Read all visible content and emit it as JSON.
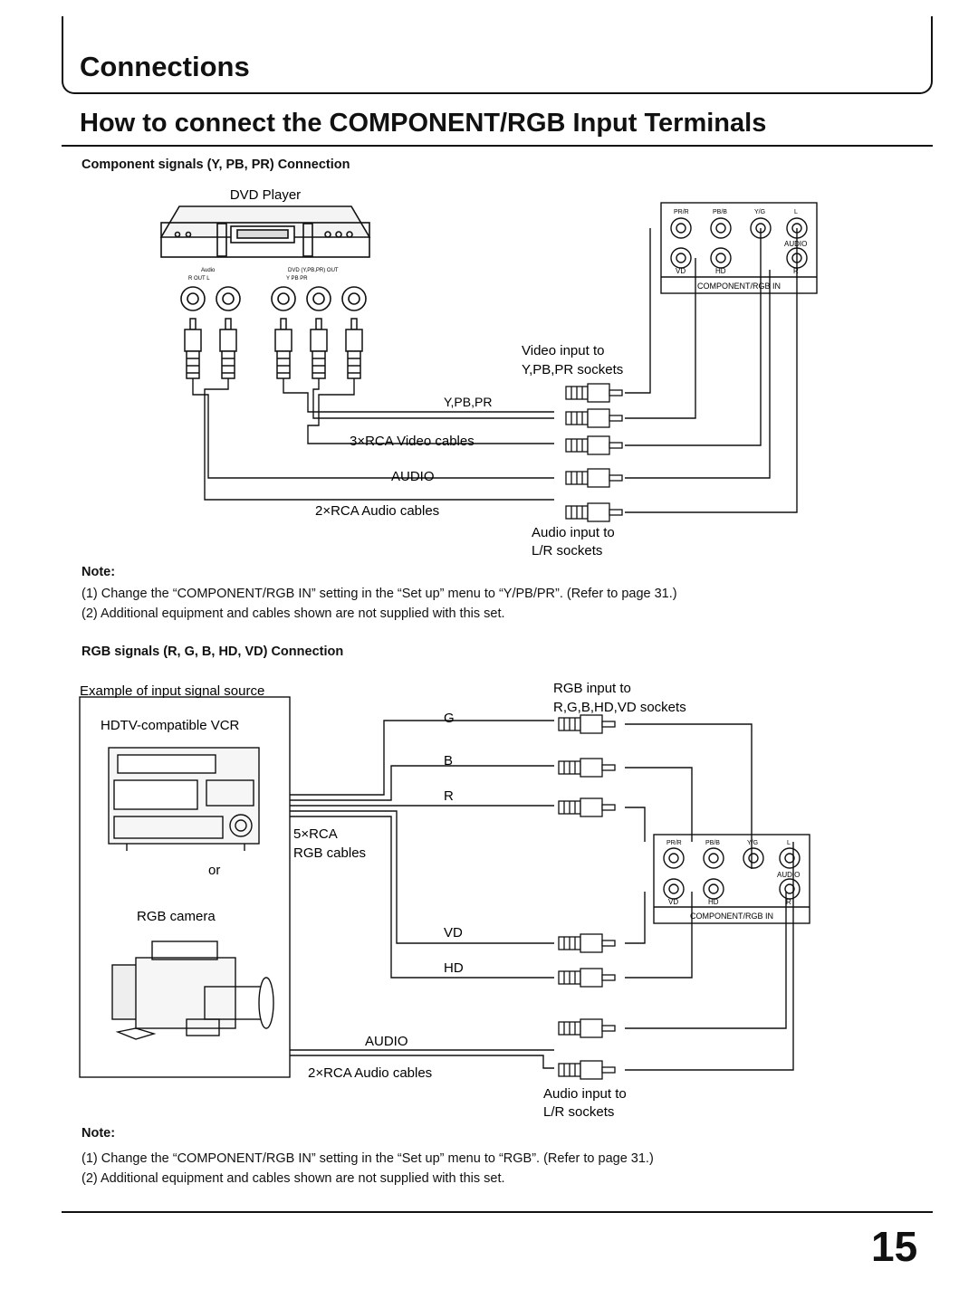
{
  "header": {
    "section_title": "Connections",
    "page_heading": "How to connect the COMPONENT/RGB Input Terminals"
  },
  "component": {
    "subhead": "Component signals (Y, PB, PR) Connection",
    "device_label": "DVD Player",
    "device_audio_label": "Audio",
    "device_audio_out": "R  OUT  L",
    "device_dvd_out": "DVD (Y,PB,PR) OUT",
    "device_dvd_pins": "Y  PB  PR",
    "video_input_label_1": "Video input to",
    "video_input_label_2": "Y,PB,PR sockets",
    "ypbpr_label": "Y,PB,PR",
    "video_cables_label": "3×RCA Video cables",
    "audio_label": "AUDIO",
    "audio_cables_label": "2×RCA Audio cables",
    "audio_input_label_1": "Audio input to",
    "audio_input_label_2": "L/R sockets",
    "note_heading": "Note:",
    "notes": [
      "(1) Change the “COMPONENT/RGB IN” setting in the “Set up” menu to “Y/PB/PR”. (Refer to page 31.)",
      "(2) Additional equipment and cables shown are not supplied with this set."
    ]
  },
  "panel": {
    "pr_r": "PR/R",
    "pb_b": "PB/B",
    "y_g": "Y/G",
    "l": "L",
    "audio": "AUDIO",
    "vd": "VD",
    "hd": "HD",
    "r": "R",
    "title": "COMPONENT/RGB IN"
  },
  "rgb": {
    "subhead": "RGB signals (R, G, B, HD, VD) Connection",
    "example_label": "Example of input signal source",
    "vcr_label": "HDTV-compatible VCR",
    "or_label": "or",
    "camera_label": "RGB camera",
    "rgb_input_label_1": "RGB input to",
    "rgb_input_label_2": "R,G,B,HD,VD sockets",
    "g": "G",
    "b": "B",
    "r": "R",
    "cables_label_1": "5×RCA",
    "cables_label_2": "RGB cables",
    "vd": "VD",
    "hd": "HD",
    "audio_label": "AUDIO",
    "audio_cables_label": "2×RCA Audio cables",
    "audio_input_label_1": "Audio input to",
    "audio_input_label_2": "L/R sockets",
    "note_heading": "Note:",
    "notes": [
      "(1) Change the “COMPONENT/RGB IN” setting in the “Set up” menu to “RGB”. (Refer to page 31.)",
      "(2) Additional equipment and cables shown are not supplied with this set."
    ]
  },
  "footer": {
    "page_number": "15"
  }
}
